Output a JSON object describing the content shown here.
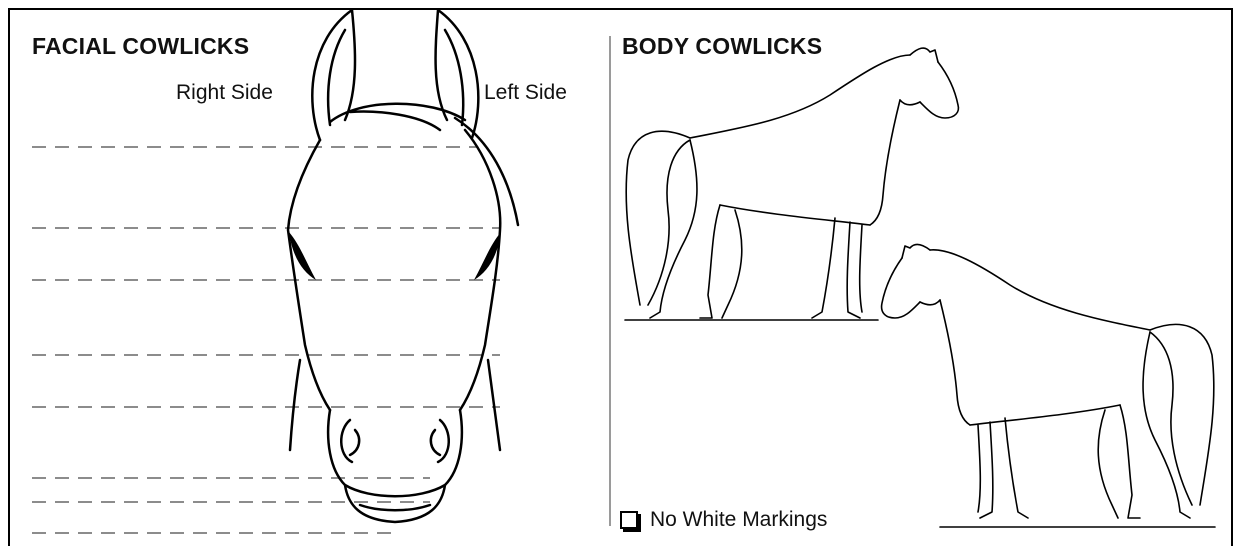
{
  "facial": {
    "title": "FACIAL COWLICKS",
    "right_side_label": "Right Side",
    "left_side_label": "Left Side"
  },
  "body": {
    "title": "BODY COWLICKS"
  },
  "options": {
    "no_white_markings_label": "No White Markings",
    "no_white_markings_checked": false
  }
}
